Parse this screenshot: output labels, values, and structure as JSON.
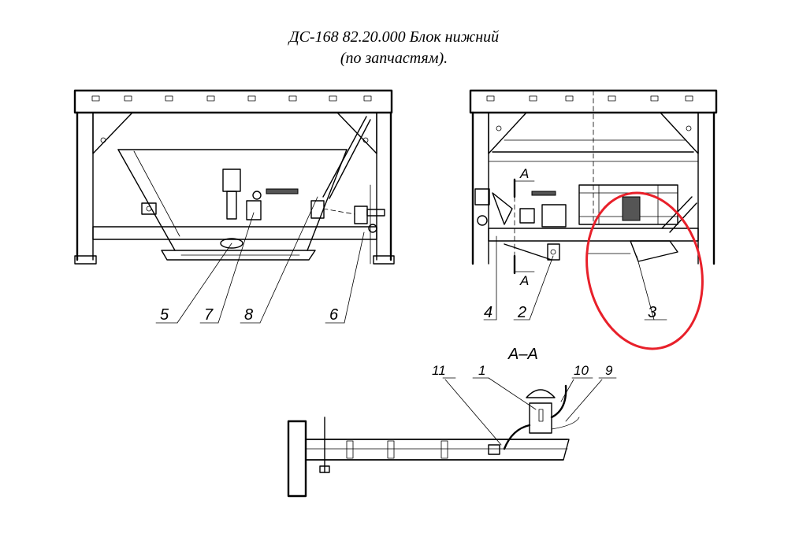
{
  "title": {
    "line1": "ДС-168 82.20.000 Блок нижний",
    "line2": "(по запчастям)."
  },
  "left_view": {
    "callouts": [
      "5",
      "7",
      "8",
      "6"
    ]
  },
  "right_view": {
    "section_marker_top": "A",
    "section_marker_bottom": "A",
    "callouts": [
      "4",
      "2",
      "3"
    ],
    "highlight_color": "#e8202a"
  },
  "section_view": {
    "title": "A–A",
    "callouts": [
      "11",
      "1",
      "10",
      "9"
    ]
  },
  "colors": {
    "line": "#000000",
    "background": "#ffffff",
    "highlight": "#e8202a"
  }
}
